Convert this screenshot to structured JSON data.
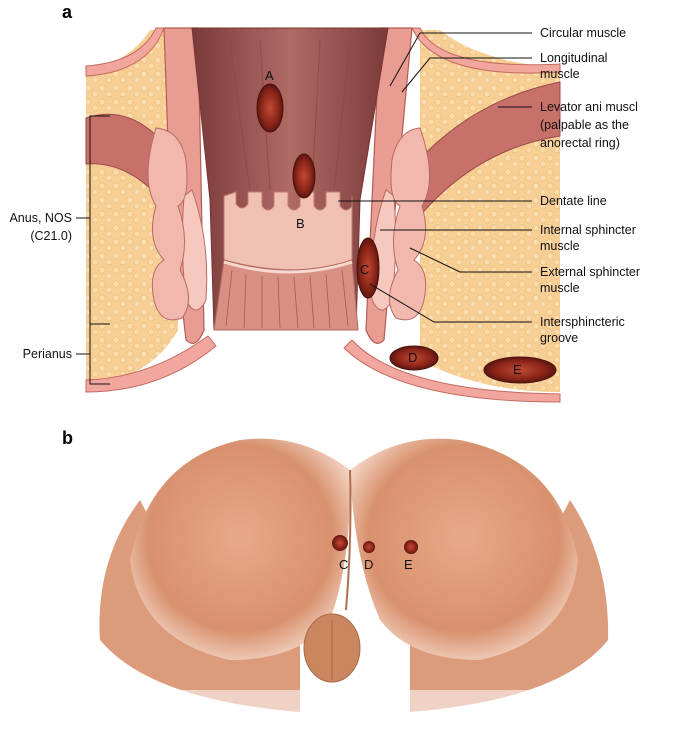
{
  "panels": {
    "a": "a",
    "b": "b"
  },
  "panel_a": {
    "right_labels": {
      "circular_muscle": "Circular muscle",
      "longitudinal_1": "Longitudinal",
      "longitudinal_2": "muscle",
      "levator_1": "Levator ani muscl",
      "levator_2": "(palpable as the",
      "levator_3": "anorectal ring)",
      "dentate_line": "Dentate line",
      "internal_1": "Internal sphincter",
      "internal_2": "muscle",
      "external_1": "External sphincter",
      "external_2": "muscle",
      "intersph_1": "Intersphincteric",
      "intersph_2": "groove"
    },
    "left_labels": {
      "anus_1": "Anus, NOS",
      "anus_2": "(C21.0)",
      "perianus": "Perianus"
    },
    "markers": {
      "A": "A",
      "B": "B",
      "C": "C",
      "D": "D",
      "E": "E"
    }
  },
  "panel_b": {
    "markers": {
      "C": "C",
      "D": "D",
      "E": "E"
    }
  },
  "colors": {
    "fat": "#f7cf95",
    "mucosa": "#b76b62",
    "skin": "#e0a07f",
    "sphincter": "#f1b8ad",
    "lesion": "#8a2418"
  }
}
